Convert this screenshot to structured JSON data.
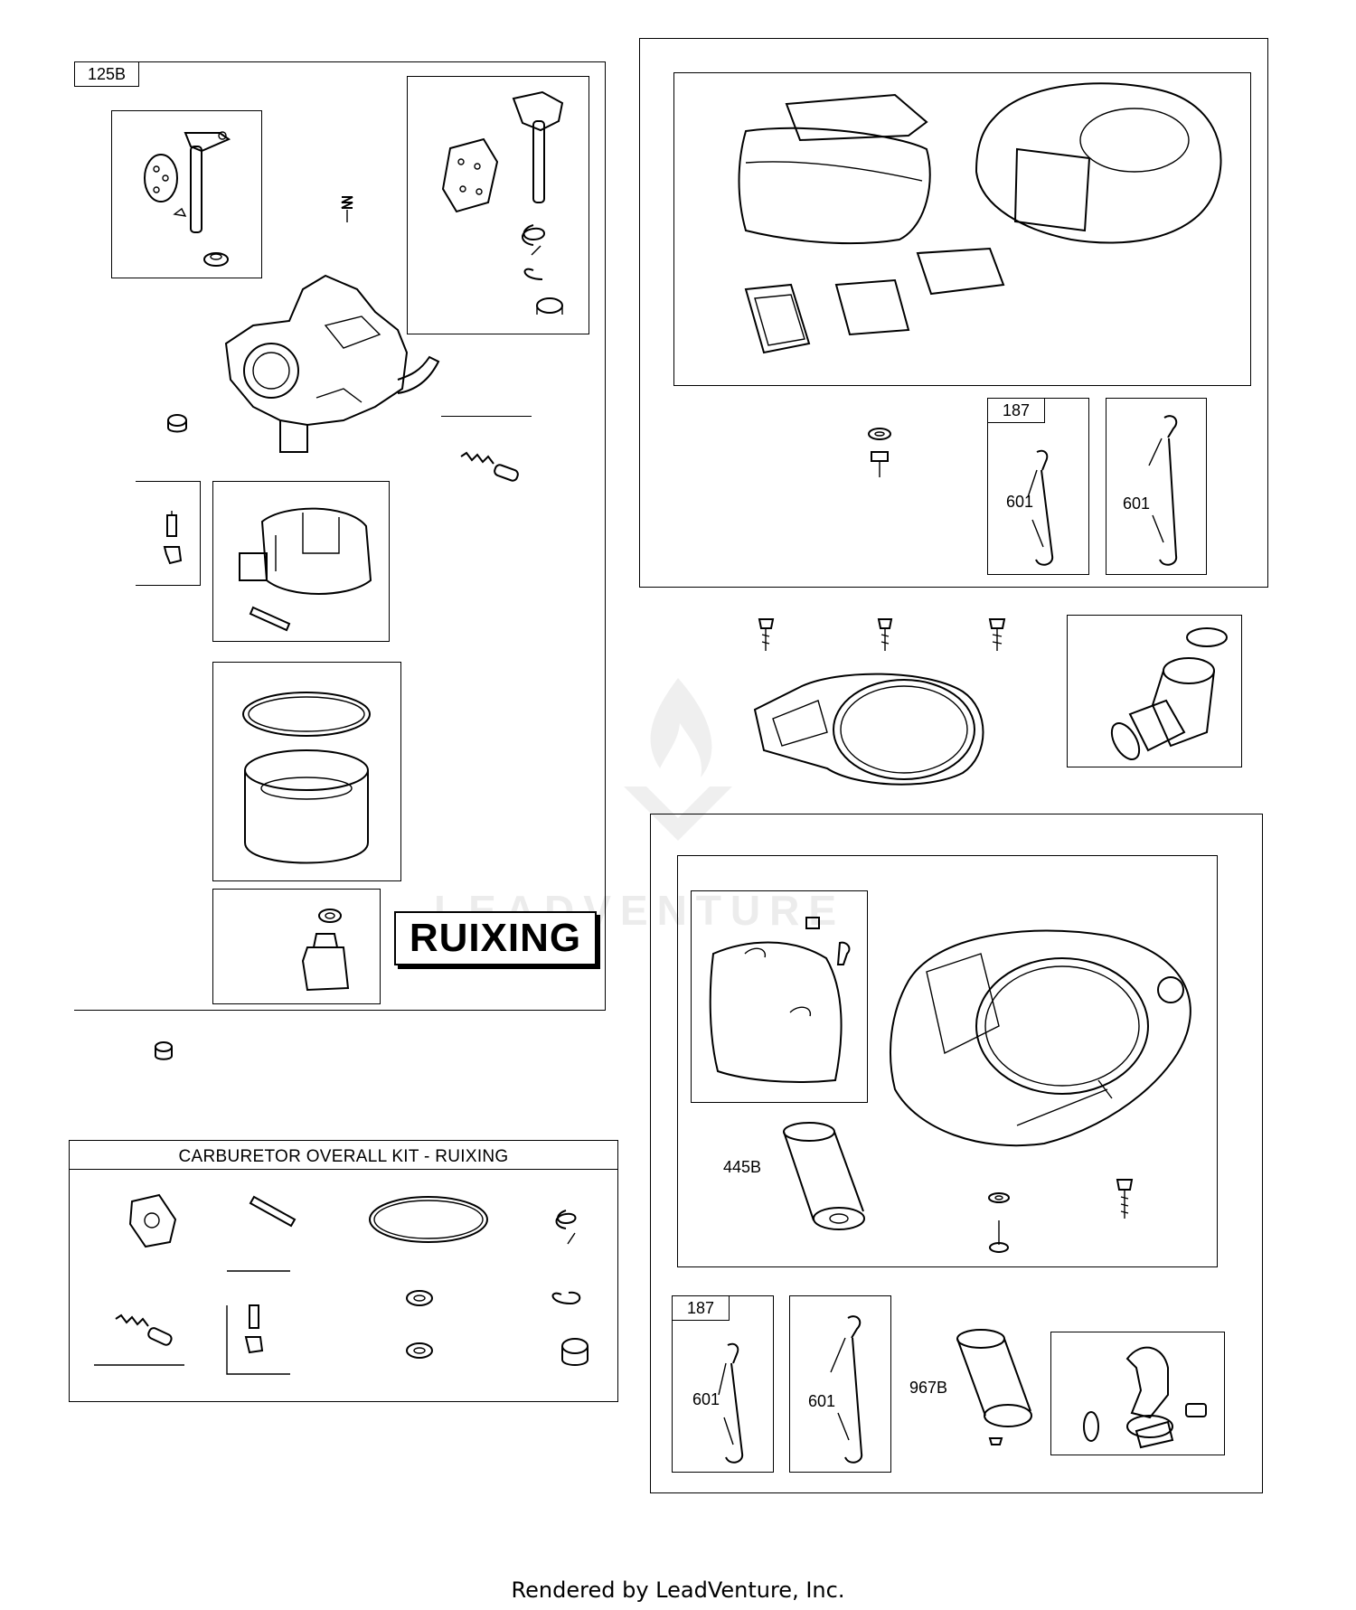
{
  "labels": {
    "callout_125b": "125B",
    "callout_187_upper": "187",
    "callout_601_a": "601",
    "callout_601_b": "601",
    "callout_445b": "445B",
    "callout_187_lower": "187",
    "callout_601_c": "601",
    "callout_601_d": "601",
    "callout_967b": "967B"
  },
  "brand_label": "RUIXING",
  "kit": {
    "title": "CARBURETOR OVERALL KIT - RUIXING"
  },
  "footer": "Rendered by LeadVenture, Inc.",
  "watermark": "LEADVENTURE"
}
